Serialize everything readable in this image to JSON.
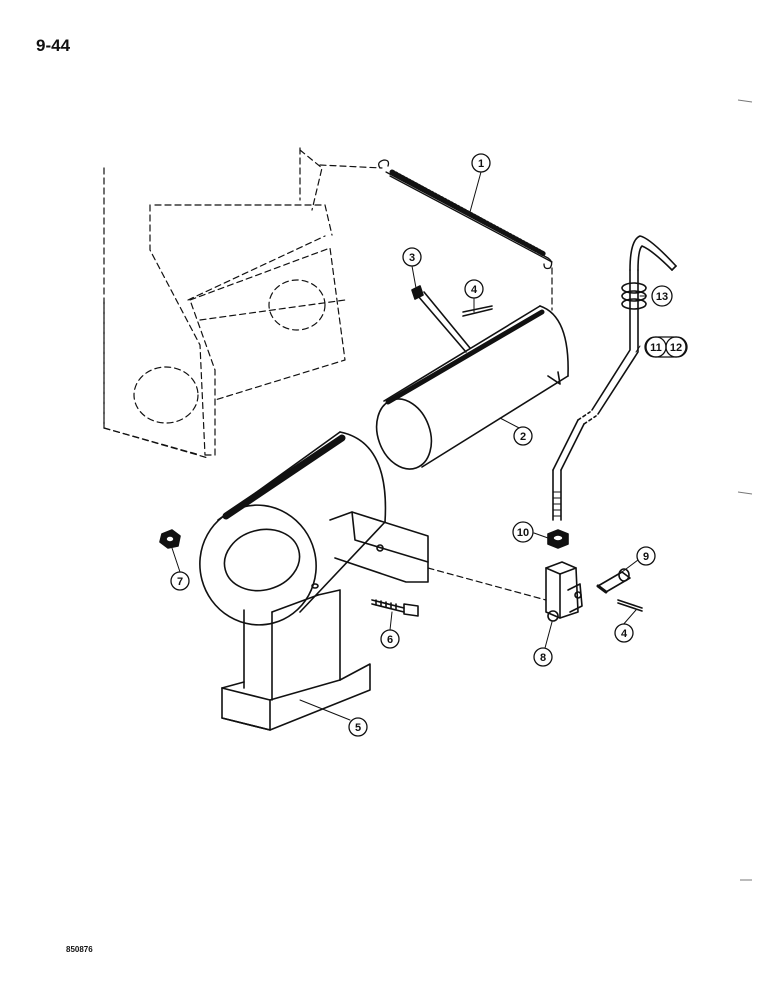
{
  "page": {
    "number": "9-44",
    "figure_code": "850876"
  },
  "callouts": [
    {
      "id": "c1",
      "label": "1"
    },
    {
      "id": "c2",
      "label": "2"
    },
    {
      "id": "c3",
      "label": "3"
    },
    {
      "id": "c4a",
      "label": "4"
    },
    {
      "id": "c4b",
      "label": "4"
    },
    {
      "id": "c5",
      "label": "5"
    },
    {
      "id": "c6",
      "label": "6"
    },
    {
      "id": "c7",
      "label": "7"
    },
    {
      "id": "c8",
      "label": "8"
    },
    {
      "id": "c9",
      "label": "9"
    },
    {
      "id": "c10",
      "label": "10"
    },
    {
      "id": "c11",
      "label": "11"
    },
    {
      "id": "c12",
      "label": "12"
    },
    {
      "id": "c13",
      "label": "13"
    }
  ],
  "colors": {
    "ink": "#111111",
    "paper": "#ffffff"
  }
}
